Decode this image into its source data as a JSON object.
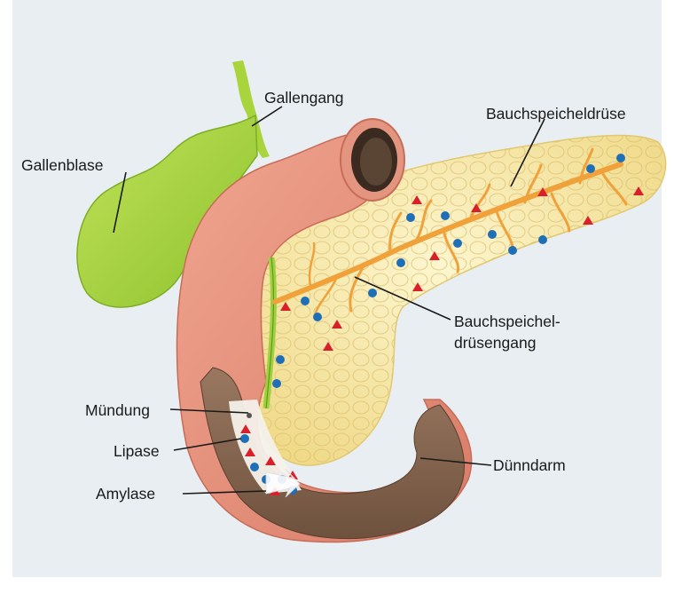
{
  "labels": {
    "gallbladder": "Gallenblase",
    "bile_duct": "Gallengang",
    "pancreas": "Bauchspeicheldrüse",
    "pancreatic_duct_line1": "Bauchspeichel-",
    "pancreatic_duct_line2": "drüsengang",
    "opening": "Mündung",
    "lipase": "Lipase",
    "amylase": "Amylase",
    "small_intestine": "Dünndarm"
  },
  "colors": {
    "background": "#e8eef2",
    "gallbladder": "#a8d43c",
    "intestine_outer": "#e5937e",
    "intestine_inner": "#8a6a52",
    "pancreas": "#f6e9a6",
    "duct": "#f0a13a",
    "lipase_marker": "#1f6fb8",
    "amylase_marker": "#d9202a"
  }
}
